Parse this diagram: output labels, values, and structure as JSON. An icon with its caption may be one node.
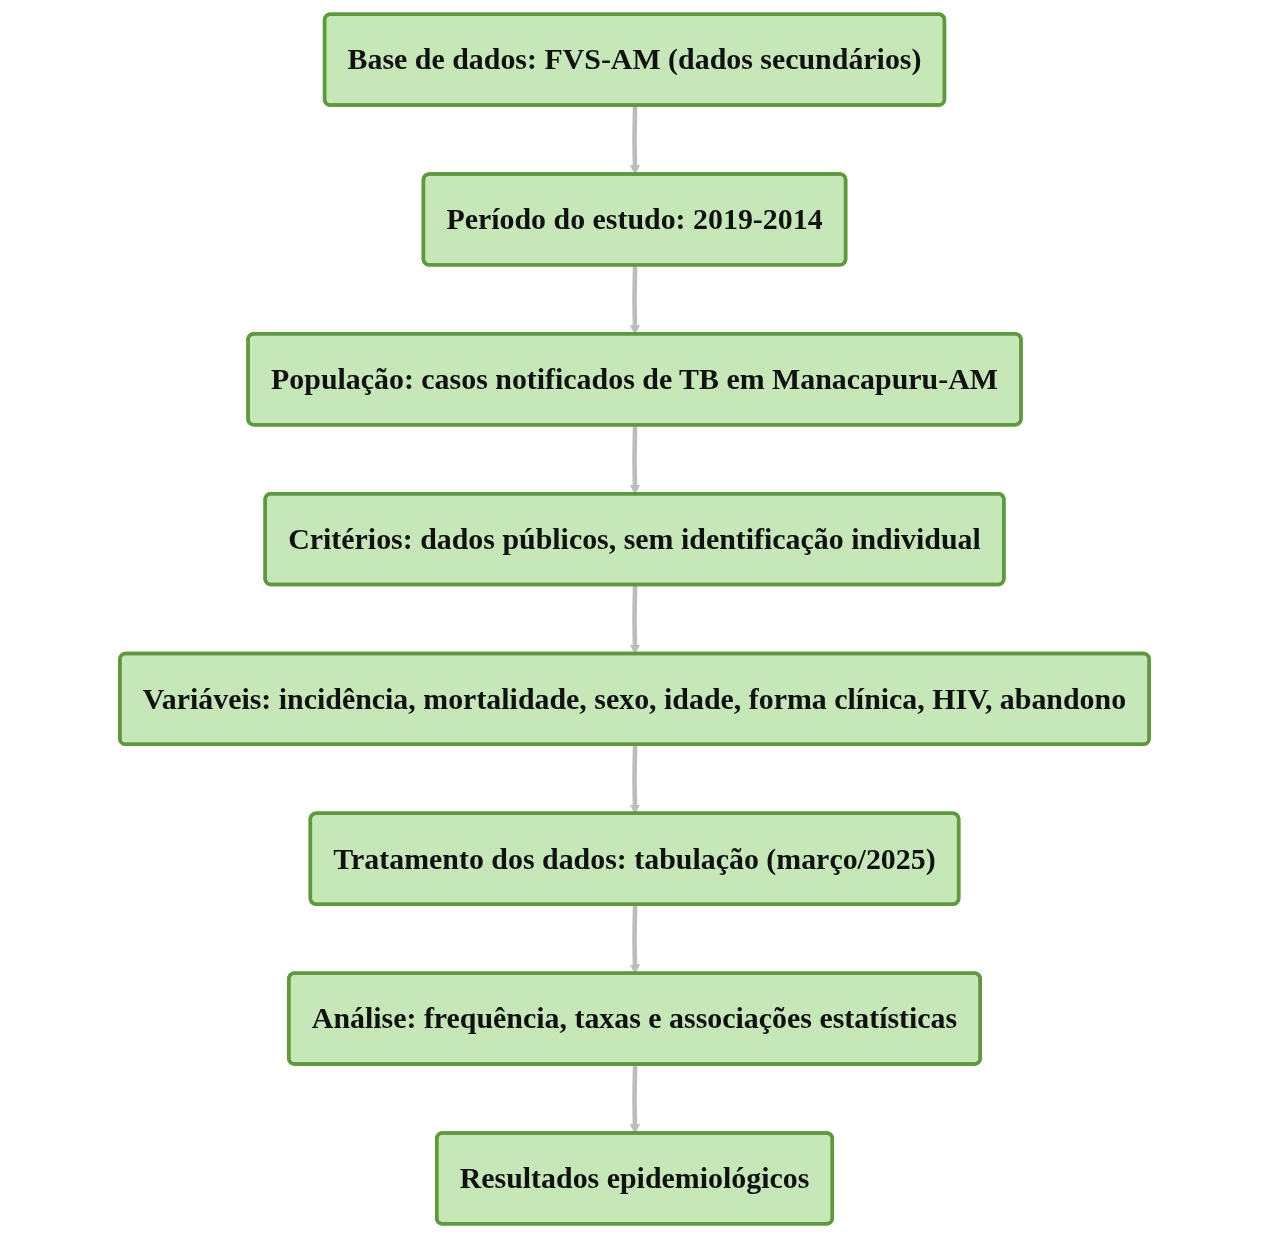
{
  "diagram": {
    "nodes": [
      {
        "text": [
          "Base de dados: FVS-AM (dados secundários)"
        ]
      },
      {
        "text": [
          "Período do estudo: 2019-2014"
        ]
      },
      {
        "text": [
          "População: casos notificados de TB em Manacapuru-AM"
        ]
      },
      {
        "text": [
          "Critérios: dados públicos, sem identificação individual"
        ]
      },
      {
        "text": [
          "Variáveis: incidência, mortalidade, sexo, idade, forma clínica, HIV, abandono"
        ]
      },
      {
        "text": [
          "Tratamento dos dados: tabulação (março/2025)"
        ]
      },
      {
        "text": [
          "Análise: frequência, taxas e associações estatísticas"
        ]
      },
      {
        "text": [
          "Resultados epidemiológicos"
        ]
      }
    ],
    "edges": [
      {
        "from": 0,
        "to": 1,
        "arrow": "to"
      },
      {
        "from": 1,
        "to": 2,
        "arrow": "to"
      },
      {
        "from": 2,
        "to": 3,
        "arrow": "to"
      },
      {
        "from": 3,
        "to": 4,
        "arrow": "to"
      },
      {
        "from": 4,
        "to": 5,
        "arrow": "to"
      },
      {
        "from": 5,
        "to": 6,
        "arrow": "to"
      },
      {
        "from": 6,
        "to": 7,
        "arrow": "to"
      }
    ]
  }
}
